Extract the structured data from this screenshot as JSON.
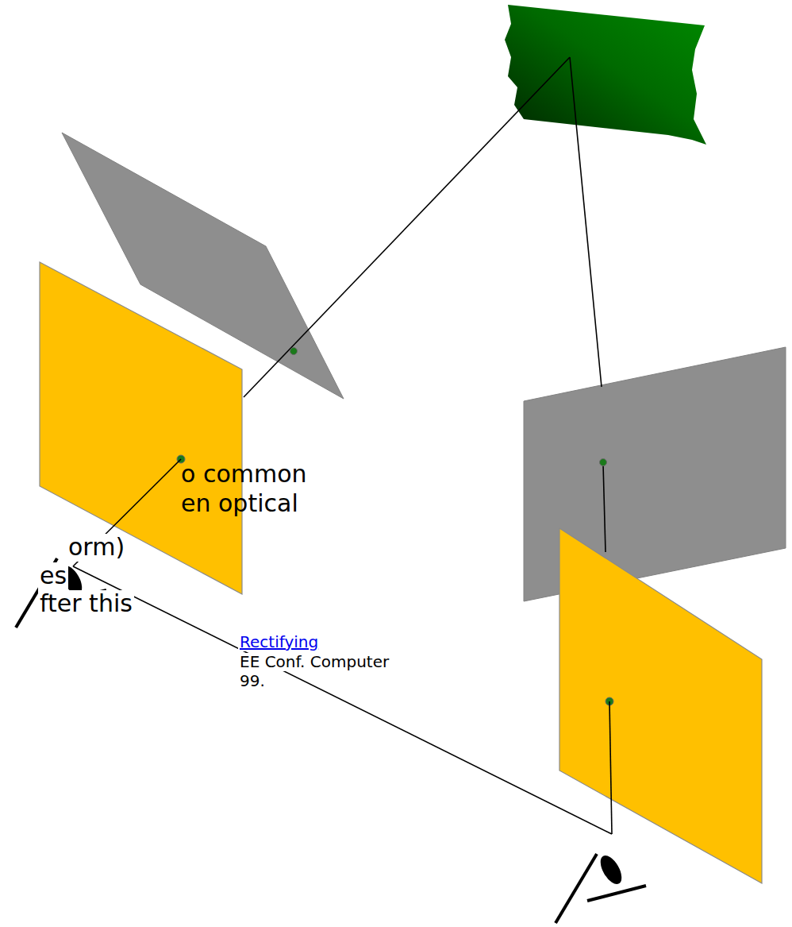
{
  "diagram": {
    "labels": [
      "o common",
      "en optical",
      "orm)",
      "es",
      "fter this",
      "Rectifying",
      "EE Conf. Computer",
      "99."
    ]
  }
}
